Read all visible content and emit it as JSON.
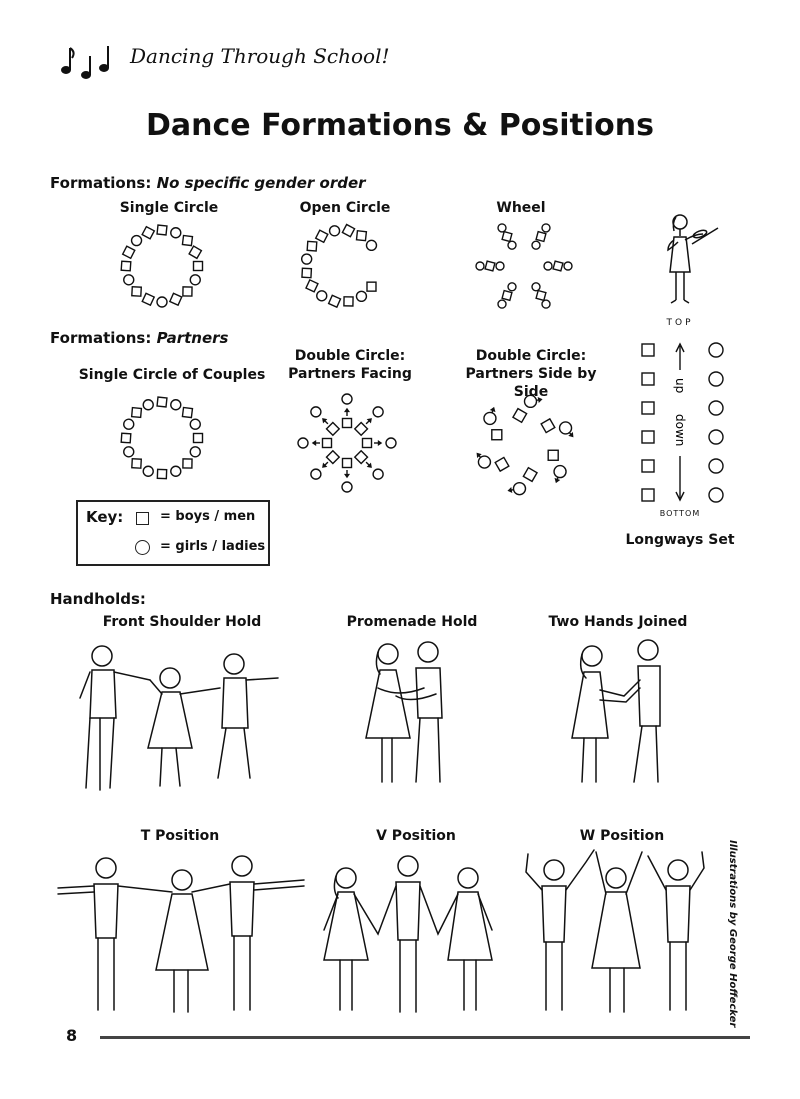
{
  "header": {
    "title": "Dancing Through School!",
    "icon": "music-notes-icon"
  },
  "page_title": "Dance Formations & Positions",
  "formations_general": {
    "heading": "Formations:",
    "subheading": "No specific gender order",
    "items": [
      "Single Circle",
      "Open Circle",
      "Wheel"
    ]
  },
  "formations_partners": {
    "heading": "Formations:",
    "subheading": "Partners",
    "items": [
      "Single Circle of Couples",
      "Double Circle: Partners Facing",
      "Double Circle: Partners Side by Side"
    ],
    "item_lines": [
      [
        "Single Circle of Couples"
      ],
      [
        "Double Circle:",
        "Partners Facing"
      ],
      [
        "Double Circle:",
        "Partners Side by Side"
      ]
    ]
  },
  "longways": {
    "label": "Longways Set",
    "top_label": "TOP",
    "bottom_label": "BOTTOM",
    "up_label": "up",
    "down_label": "down"
  },
  "key": {
    "title": "Key:",
    "square_meaning": "= boys / men",
    "circle_meaning": "= girls / ladies"
  },
  "handholds": {
    "heading": "Handholds:",
    "items": [
      "Front Shoulder Hold",
      "Promenade Hold",
      "Two Hands Joined",
      "T Position",
      "V Position",
      "W Position"
    ]
  },
  "credit": "Illustrations by George Hoffecker",
  "page_number": "8"
}
